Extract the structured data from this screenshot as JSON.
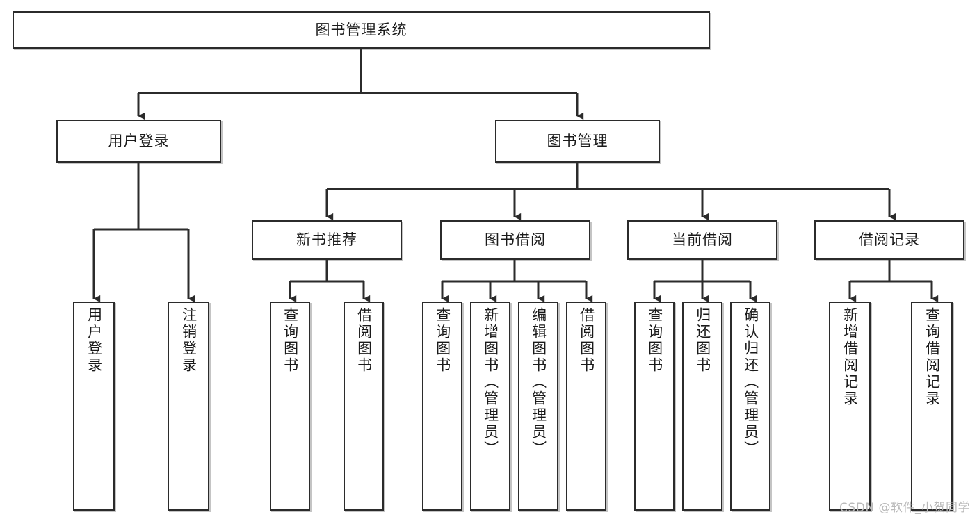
{
  "diagram": {
    "title": "图书管理系统",
    "root": {
      "label": "图书管理系统"
    },
    "level2": [
      {
        "label": "用户登录"
      },
      {
        "label": "图书管理"
      }
    ],
    "level3": [
      {
        "label": "新书推荐"
      },
      {
        "label": "图书借阅"
      },
      {
        "label": "当前借阅"
      },
      {
        "label": "借阅记录"
      }
    ],
    "leaves": [
      {
        "label": "用户登录"
      },
      {
        "label": "注销登录"
      },
      {
        "label": "查询图书"
      },
      {
        "label": "借阅图书"
      },
      {
        "label": "查询图书"
      },
      {
        "label": "新增图书（管理员）"
      },
      {
        "label": "编辑图书（管理员）"
      },
      {
        "label": "借阅图书"
      },
      {
        "label": "查询图书"
      },
      {
        "label": "归还图书"
      },
      {
        "label": "确认归还（管理员）"
      },
      {
        "label": "新增借阅记录"
      },
      {
        "label": "查询借阅记录"
      }
    ],
    "watermark": "CSDN @软件_小贺同学",
    "colors": {
      "border": "#2b2b2b",
      "fill": "#ffffff",
      "text": "#1a1a1a",
      "wire": "#2b2b2b",
      "watermark": "#b9b9b9"
    }
  }
}
